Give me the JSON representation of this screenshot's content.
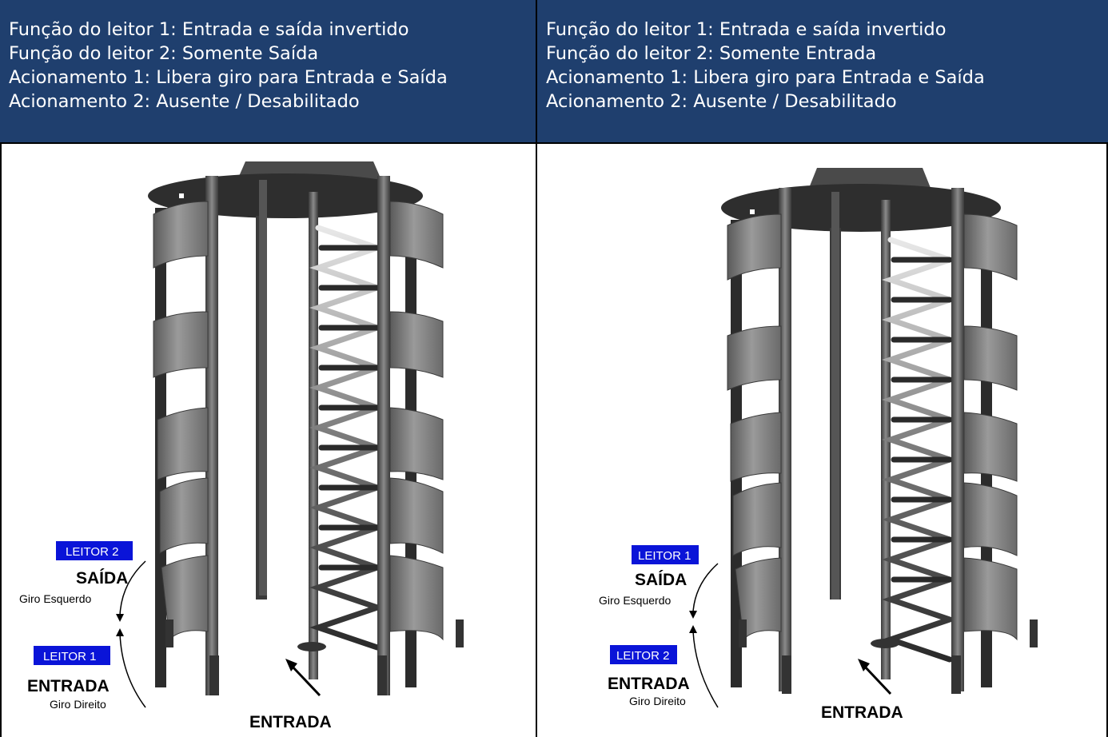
{
  "columns": [
    {
      "header_lines": [
        "Função do leitor 1: Entrada e saída invertido",
        "Função do leitor 2: Somente Saída",
        "Acionamento 1: Libera giro para Entrada e Saída",
        "Acionamento 2: Ausente / Desabilitado"
      ],
      "top_badge": "LEITOR 2",
      "top_direction": "SAÍDA",
      "top_rotation": "Giro Esquerdo",
      "bottom_badge": "LEITOR 1",
      "bottom_direction": "ENTRADA",
      "bottom_rotation": "Giro Direito",
      "entry_label": "ENTRADA"
    },
    {
      "header_lines": [
        "Função do leitor 1: Entrada e saída invertido",
        "Função do leitor 2: Somente Entrada",
        "Acionamento 1: Libera giro para Entrada e Saída",
        "Acionamento 2: Ausente / Desabilitado"
      ],
      "top_badge": "LEITOR 1",
      "top_direction": "SAÍDA",
      "top_rotation": "Giro Esquerdo",
      "bottom_badge": "LEITOR 2",
      "bottom_direction": "ENTRADA",
      "bottom_rotation": "Giro Direito",
      "entry_label": "ENTRADA"
    }
  ],
  "colors": {
    "header_bg": "#1f3f6e",
    "header_text": "#ffffff",
    "badge_bg": "#0a14d8",
    "turnstile_dark": "#3c3c3c",
    "turnstile_panel": "#7a7a7a"
  }
}
